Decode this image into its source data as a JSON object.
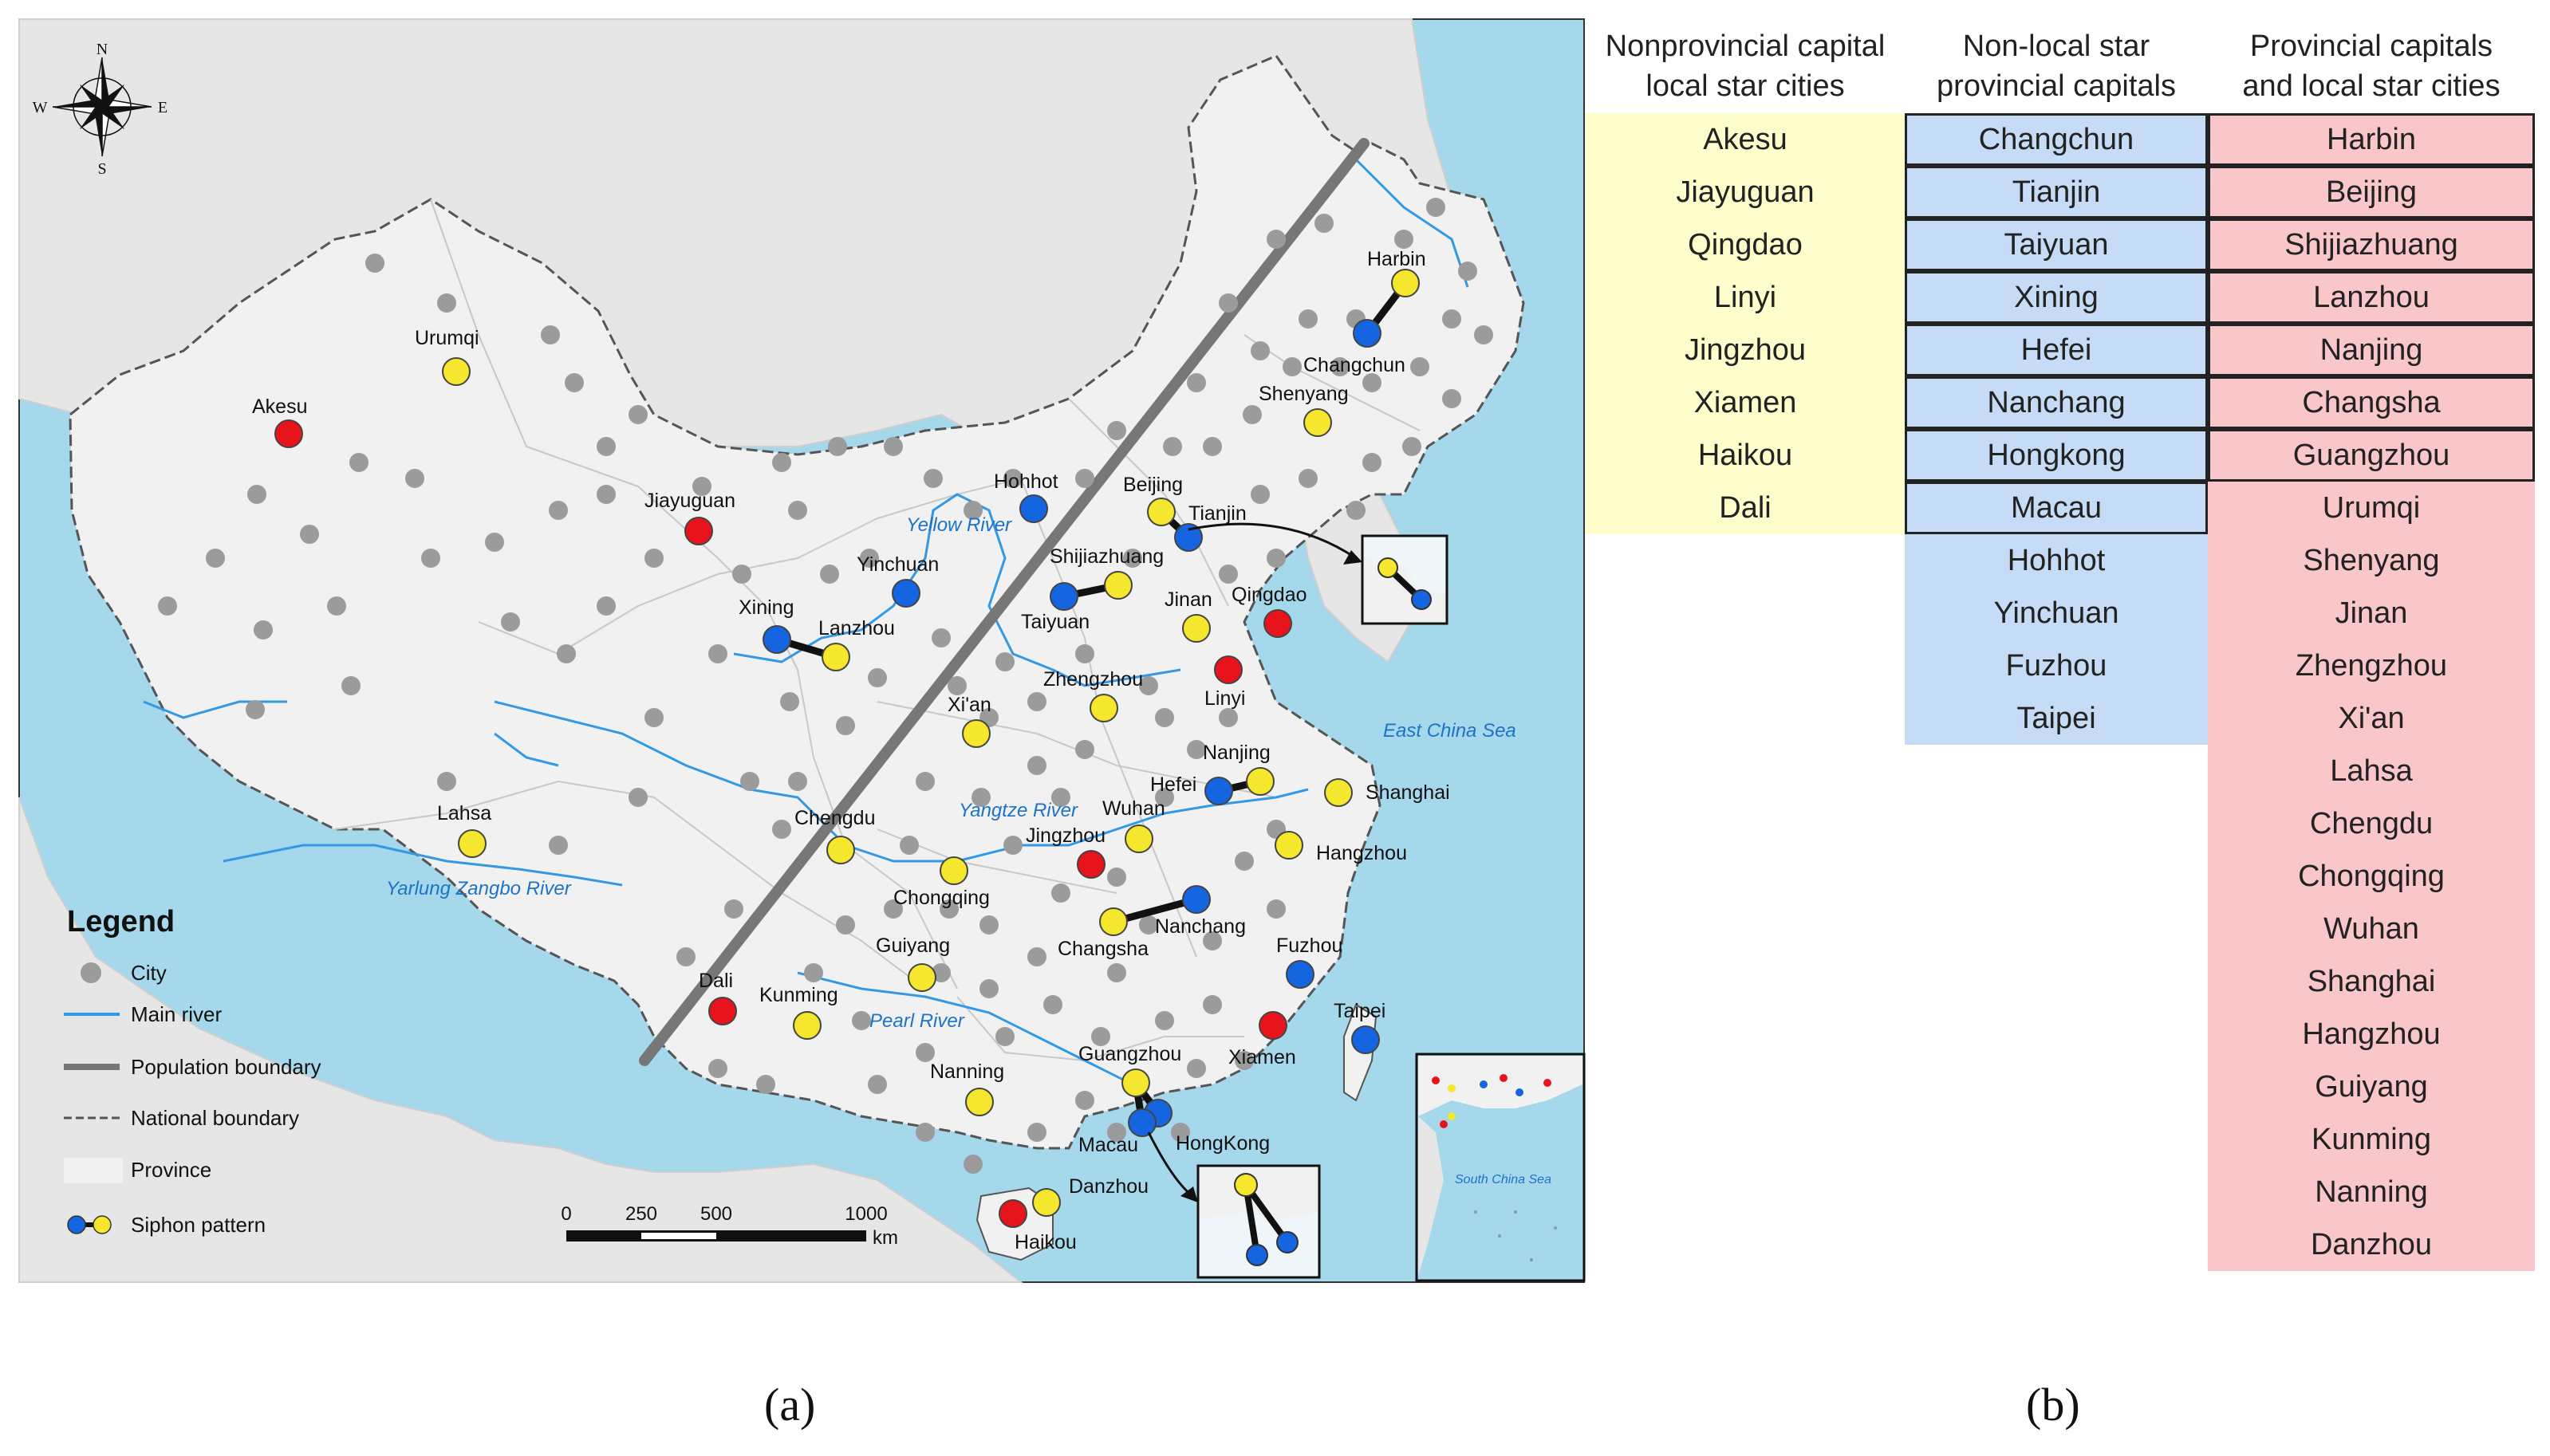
{
  "colors": {
    "background": "#ffffff",
    "sea": "#a6d8ec",
    "land": "#f1f1f1",
    "outside_land": "#e6e6e6",
    "river": "#3399e6",
    "population_boundary": "#777777",
    "city": "#9b9b9b",
    "local_star": "#e8141b",
    "nonlocal_star": "#1565e0",
    "capital_star": "#f5e62e",
    "col_yellow": "#fefdcb",
    "col_blue": "#c6dcf6",
    "col_pink": "#f9c7c9"
  },
  "panel_a": {
    "caption": "(a)",
    "compass": {
      "n": "N",
      "s": "S",
      "e": "E",
      "w": "W"
    },
    "legend": {
      "title": "Legend",
      "items": [
        "City",
        "Main river",
        "Population boundary",
        "National boundary",
        "Province",
        "Siphon pattern"
      ]
    },
    "scale_bar": {
      "labels": [
        "0",
        "250",
        "500",
        "1000"
      ],
      "unit": "km"
    },
    "water_labels": [
      "Yellow River",
      "Yangtze River",
      "Pearl River",
      "Yarlung Zangbo River",
      "East China Sea",
      "South China Sea"
    ],
    "cities": [
      {
        "name": "Harbin",
        "kind": "capital_star"
      },
      {
        "name": "Changchun",
        "kind": "nonlocal_star"
      },
      {
        "name": "Shenyang",
        "kind": "capital_star"
      },
      {
        "name": "Urumqi",
        "kind": "capital_star"
      },
      {
        "name": "Akesu",
        "kind": "local_star"
      },
      {
        "name": "Jiayuguan",
        "kind": "local_star"
      },
      {
        "name": "Hohhot",
        "kind": "nonlocal_star"
      },
      {
        "name": "Beijing",
        "kind": "capital_star"
      },
      {
        "name": "Tianjin",
        "kind": "nonlocal_star"
      },
      {
        "name": "Yinchuan",
        "kind": "nonlocal_star"
      },
      {
        "name": "Shijiazhuang",
        "kind": "capital_star"
      },
      {
        "name": "Taiyuan",
        "kind": "nonlocal_star"
      },
      {
        "name": "Qingdao",
        "kind": "local_star"
      },
      {
        "name": "Jinan",
        "kind": "capital_star"
      },
      {
        "name": "Xining",
        "kind": "nonlocal_star"
      },
      {
        "name": "Lanzhou",
        "kind": "capital_star"
      },
      {
        "name": "Linyi",
        "kind": "local_star"
      },
      {
        "name": "Zhengzhou",
        "kind": "capital_star"
      },
      {
        "name": "Xi'an",
        "kind": "capital_star"
      },
      {
        "name": "Nanjing",
        "kind": "capital_star"
      },
      {
        "name": "Hefei",
        "kind": "nonlocal_star"
      },
      {
        "name": "Shanghai",
        "kind": "capital_star"
      },
      {
        "name": "Lahsa",
        "kind": "capital_star"
      },
      {
        "name": "Chengdu",
        "kind": "capital_star"
      },
      {
        "name": "Wuhan",
        "kind": "capital_star"
      },
      {
        "name": "Jingzhou",
        "kind": "local_star"
      },
      {
        "name": "Hangzhou",
        "kind": "capital_star"
      },
      {
        "name": "Chongqing",
        "kind": "capital_star"
      },
      {
        "name": "Nanchang",
        "kind": "nonlocal_star"
      },
      {
        "name": "Changsha",
        "kind": "capital_star"
      },
      {
        "name": "Guiyang",
        "kind": "capital_star"
      },
      {
        "name": "Fuzhou",
        "kind": "nonlocal_star"
      },
      {
        "name": "Dali",
        "kind": "local_star"
      },
      {
        "name": "Kunming",
        "kind": "capital_star"
      },
      {
        "name": "Taipei",
        "kind": "nonlocal_star"
      },
      {
        "name": "Xiamen",
        "kind": "local_star"
      },
      {
        "name": "Nanning",
        "kind": "capital_star"
      },
      {
        "name": "Guangzhou",
        "kind": "capital_star"
      },
      {
        "name": "HongKong",
        "kind": "nonlocal_star"
      },
      {
        "name": "Macau",
        "kind": "nonlocal_star"
      },
      {
        "name": "Danzhou",
        "kind": "capital_star"
      },
      {
        "name": "Haikou",
        "kind": "local_star"
      }
    ],
    "siphon_links": [
      [
        "Harbin",
        "Changchun"
      ],
      [
        "Beijing",
        "Tianjin"
      ],
      [
        "Shijiazhuang",
        "Taiyuan"
      ],
      [
        "Xining",
        "Lanzhou"
      ],
      [
        "Nanjing",
        "Hefei"
      ],
      [
        "Changsha",
        "Nanchang"
      ],
      [
        "Guangzhou",
        "Macau"
      ],
      [
        "Guangzhou",
        "HongKong"
      ]
    ]
  },
  "panel_b": {
    "caption": "(b)",
    "columns": [
      {
        "header": [
          "Nonprovincial capital",
          "local star cities"
        ],
        "color": "col_yellow",
        "items": [
          "Akesu",
          "Jiayuguan",
          "Qingdao",
          "Linyi",
          "Jingzhou",
          "Xiamen",
          "Haikou",
          "Dali"
        ]
      },
      {
        "header": [
          "Non-local star",
          "provincial capitals"
        ],
        "color": "col_blue",
        "items": [
          "Changchun",
          "Tianjin",
          "Taiyuan",
          "Xining",
          "Hefei",
          "Nanchang",
          "Hongkong",
          "Macau",
          "Hohhot",
          "Yinchuan",
          "Fuzhou",
          "Taipei"
        ],
        "paired_count": 8
      },
      {
        "header": [
          "Provincial capitals",
          "and local star cities"
        ],
        "color": "col_pink",
        "items": [
          "Harbin",
          "Beijing",
          "Shijiazhuang",
          "Lanzhou",
          "Nanjing",
          "Changsha",
          "Guangzhou",
          "Urumqi",
          "Shenyang",
          "Jinan",
          "Zhengzhou",
          "Xi'an",
          "Lahsa",
          "Chengdu",
          "Chongqing",
          "Wuhan",
          "Shanghai",
          "Hangzhou",
          "Guiyang",
          "Kunming",
          "Nanning",
          "Danzhou"
        ],
        "paired_count": 7
      }
    ]
  }
}
